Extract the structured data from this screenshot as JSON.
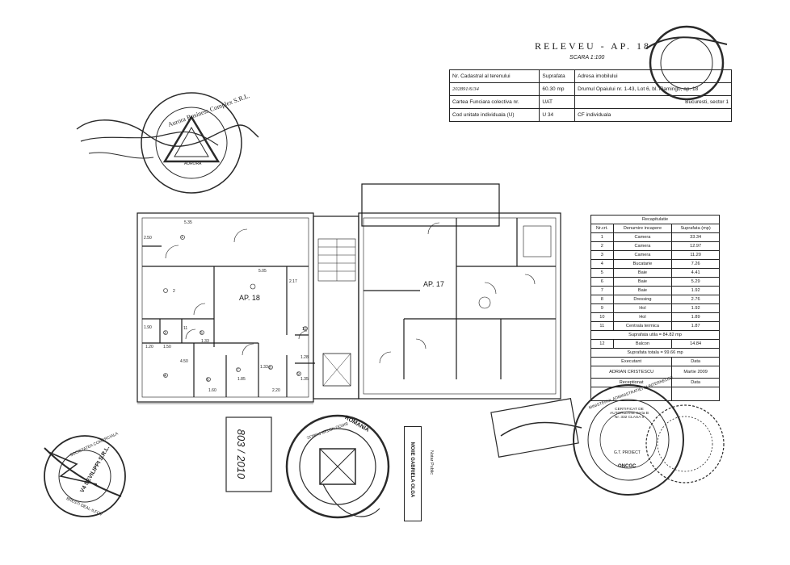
{
  "header": {
    "title": "RELEVEU - AP. 18",
    "scale": "SCARA 1:100"
  },
  "cadastral_table": {
    "nr_cadastral_label": "Nr. Cadastral al terenului",
    "nr_cadastral_value": "202891/6/34",
    "suprafata_label": "Suprafata",
    "suprafata_value": "60.30 mp",
    "adresa_label": "Adresa imobilului",
    "adresa_value": "Drumul Opaiului nr. 1-43, Lot 6, bl. Flamingo, ap. 18",
    "carte_funciara_label": "Cartea Funciara colectiva nr.",
    "uat_label": "UAT",
    "uat_value": "Bucuresti, sector 1",
    "cod_unitate_label": "Cod unitate individuala (U)",
    "cod_unitate_value": "U 34",
    "cf_label": "CF individuala"
  },
  "recap_table": {
    "title": "Recapitulatie",
    "headers": [
      "Nr.crt.",
      "Denumire incapere",
      "Suprafata (mp)"
    ],
    "rows": [
      [
        "1",
        "Camera",
        "33.34"
      ],
      [
        "2",
        "Camera",
        "12.97"
      ],
      [
        "3",
        "Camera",
        "11.20"
      ],
      [
        "4",
        "Bucatarie",
        "7.26"
      ],
      [
        "5",
        "Baie",
        "4.41"
      ],
      [
        "6",
        "Baie",
        "5.29"
      ],
      [
        "7",
        "Baie",
        "1.92"
      ],
      [
        "8",
        "Dressing",
        "2.76"
      ],
      [
        "9",
        "Hol",
        "1.92"
      ],
      [
        "10",
        "Hol",
        "1.89"
      ],
      [
        "11",
        "Centrala termica",
        "1.87"
      ]
    ],
    "suprafata_utila": "Suprafata utila = 84.82 mp",
    "balcon_row": [
      "12",
      "Balcon",
      "14.84"
    ],
    "suprafata_totala": "Suprafata totala = 99.66 mp",
    "executant_label": "Executant",
    "data_label": "Data",
    "executant_name": "ADRIAN CRISTESCU",
    "executant_date": "Martie 2009",
    "receptionat_label": "Receptionat",
    "data2_label": "Data"
  },
  "plan": {
    "ap18_label": "AP. 18",
    "ap17_label": "AP. 17",
    "room_numbers": [
      "1",
      "2",
      "3",
      "4",
      "5",
      "6",
      "7",
      "8",
      "9",
      "10",
      "11"
    ],
    "dimensions": [
      "5.35",
      "2.50",
      "5.05",
      "2.17",
      "1.90",
      "1.33",
      "4.50",
      "1.60",
      "1.85",
      "2.20",
      "1.33",
      "1.28",
      "1.35",
      "1.20",
      "1.50"
    ]
  },
  "stamps": {
    "aurora_text": "Aurora Business Complex S.R.L.",
    "aurora_center": "AURORA",
    "societate_text": "SOCIETATEA COMERCIALA",
    "vl_text": "V4 SEVILIPPI S.R.L.",
    "ilfov_text": "BRESTI DEAL-ILFOV",
    "notar_name": "MOIIE GABRIELA OLGA",
    "notar_title": "Notar Public",
    "romania_text": "ROMANIA",
    "notar_public_text": "BIROU NOTAR PUBLIC",
    "handwritten_ref": "803 / 2010",
    "oncgc_text": "ONCGC",
    "certificat_text": "CERTIFICAT DE AUTORIZARE Seria B Nr. 332 CLASA II",
    "gt_proiect": "G.T. PROIECT",
    "ministerul_text": "MINISTERUL ADMINISTRATIEI SI INTERNELOR"
  },
  "colors": {
    "ink": "#1a1a1a",
    "stamp": "#2a2a2a",
    "paper": "#ffffff"
  }
}
